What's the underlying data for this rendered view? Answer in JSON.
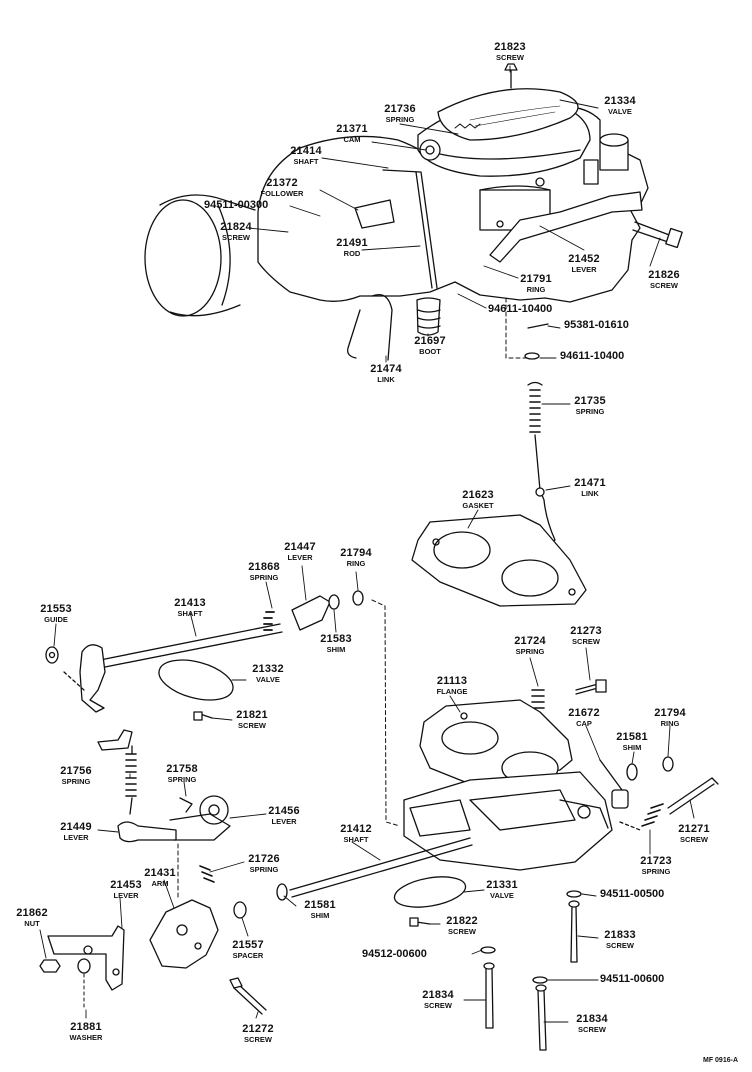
{
  "parts": [
    {
      "id": "p21823",
      "number": "21823",
      "name": "SCREW"
    },
    {
      "id": "p21736a",
      "number": "21736",
      "name": "SPRING"
    },
    {
      "id": "p21334",
      "number": "21334",
      "name": "VALVE"
    },
    {
      "id": "p21371",
      "number": "21371",
      "name": "CAM"
    },
    {
      "id": "p21414",
      "number": "21414",
      "name": "SHAFT"
    },
    {
      "id": "p21372",
      "number": "21372",
      "name": "FOLLOWER"
    },
    {
      "id": "p21824",
      "number": "21824",
      "name": "SCREW"
    },
    {
      "id": "p21491",
      "number": "21491",
      "name": "ROD"
    },
    {
      "id": "p21452",
      "number": "21452",
      "name": "LEVER"
    },
    {
      "id": "p21826",
      "number": "21826",
      "name": "SCREW"
    },
    {
      "id": "p21791",
      "number": "21791",
      "name": "RING"
    },
    {
      "id": "p21697",
      "number": "21697",
      "name": "BOOT"
    },
    {
      "id": "p21474",
      "number": "21474",
      "name": "LINK"
    },
    {
      "id": "p21735",
      "number": "21735",
      "name": "SPRING"
    },
    {
      "id": "p21471",
      "number": "21471",
      "name": "LINK"
    },
    {
      "id": "p21623",
      "number": "21623",
      "name": "GASKET"
    },
    {
      "id": "p21447",
      "number": "21447",
      "name": "LEVER"
    },
    {
      "id": "p21868",
      "number": "21868",
      "name": "SPRING"
    },
    {
      "id": "p21794a",
      "number": "21794",
      "name": "RING"
    },
    {
      "id": "p21553",
      "number": "21553",
      "name": "GUIDE"
    },
    {
      "id": "p21413",
      "number": "21413",
      "name": "SHAFT"
    },
    {
      "id": "p21583",
      "number": "21583",
      "name": "SHIM"
    },
    {
      "id": "p21332",
      "number": "21332",
      "name": "VALVE"
    },
    {
      "id": "p21821",
      "number": "21821",
      "name": "SCREW"
    },
    {
      "id": "p21724",
      "number": "21724",
      "name": "SPRING"
    },
    {
      "id": "p21273",
      "number": "21273",
      "name": "SCREW"
    },
    {
      "id": "p21113",
      "number": "21113",
      "name": "FLANGE"
    },
    {
      "id": "p21672",
      "number": "21672",
      "name": "CAP"
    },
    {
      "id": "p21794b",
      "number": "21794",
      "name": "RING"
    },
    {
      "id": "p21581a",
      "number": "21581",
      "name": "SHIM"
    },
    {
      "id": "p21756",
      "number": "21756",
      "name": "SPRING"
    },
    {
      "id": "p21758",
      "number": "21758",
      "name": "SPRING"
    },
    {
      "id": "p21456",
      "number": "21456",
      "name": "LEVER"
    },
    {
      "id": "p21449",
      "number": "21449",
      "name": "LEVER"
    },
    {
      "id": "p21412",
      "number": "21412",
      "name": "SHAFT"
    },
    {
      "id": "p21271",
      "number": "21271",
      "name": "SCREW"
    },
    {
      "id": "p21726",
      "number": "21726",
      "name": "SPRING"
    },
    {
      "id": "p21723",
      "number": "21723",
      "name": "SPRING"
    },
    {
      "id": "p21431",
      "number": "21431",
      "name": "ARM"
    },
    {
      "id": "p21453",
      "number": "21453",
      "name": "LEVER"
    },
    {
      "id": "p21581b",
      "number": "21581",
      "name": "SHIM"
    },
    {
      "id": "p21331",
      "number": "21331",
      "name": "VALVE"
    },
    {
      "id": "p21862",
      "number": "21862",
      "name": "NUT"
    },
    {
      "id": "p21822",
      "number": "21822",
      "name": "SCREW"
    },
    {
      "id": "p21833",
      "number": "21833",
      "name": "SCREW"
    },
    {
      "id": "p21557",
      "number": "21557",
      "name": "SPACER"
    },
    {
      "id": "p21834a",
      "number": "21834",
      "name": "SCREW"
    },
    {
      "id": "p21834b",
      "number": "21834",
      "name": "SCREW"
    },
    {
      "id": "p21881",
      "number": "21881",
      "name": "WASHER"
    },
    {
      "id": "p21272",
      "number": "21272",
      "name": "SCREW"
    }
  ],
  "solo_parts": [
    {
      "id": "s94511_00300",
      "number": "94511-00300"
    },
    {
      "id": "s94611_10400a",
      "number": "94611-10400"
    },
    {
      "id": "s95381_01610",
      "number": "95381-01610"
    },
    {
      "id": "s94611_10400b",
      "number": "94611-10400"
    },
    {
      "id": "s94511_00500",
      "number": "94511-00500"
    },
    {
      "id": "s94512_00600",
      "number": "94512-00600"
    },
    {
      "id": "s94511_00600",
      "number": "94511-00600"
    }
  ],
  "diagram_ref": "MF 0916-A"
}
